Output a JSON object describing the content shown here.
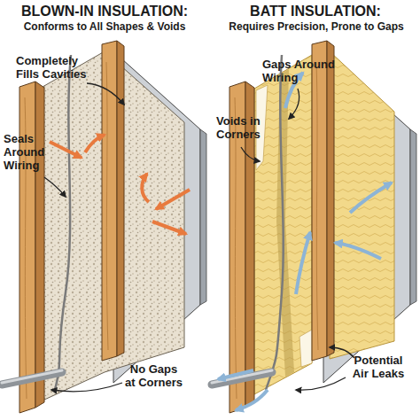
{
  "diagram": {
    "labels": [
      "BLOWN-IN INSULATION:",
      "Conforms to All Shapes & Voids",
      "Completely Fills Cavities",
      "Seals Around Wiring",
      "No Gaps at Corners",
      "BATT INSULATION:",
      "Requires Precision, Prone to Gaps",
      "Gaps Around Wiring",
      "Voids in Corners",
      "Potential Air Leaks"
    ]
  }
}
